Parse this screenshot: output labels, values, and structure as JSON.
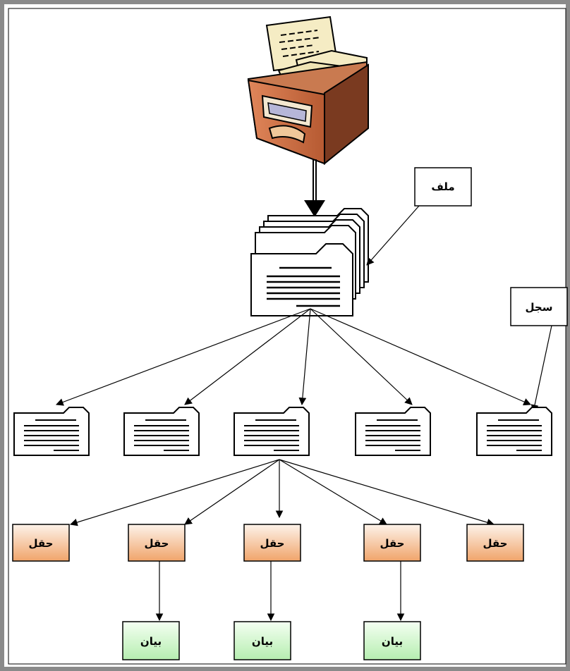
{
  "labels": {
    "file": "ملف",
    "record": "سجل"
  },
  "fields": [
    "حقل",
    "حقل",
    "حقل",
    "حقل",
    "حقل"
  ],
  "data_items": [
    "بيان",
    "بيان",
    "بيان"
  ],
  "colors": {
    "field_top": "#fdf3ea",
    "field_bottom": "#f0a46a",
    "data_top": "#f2fff0",
    "data_bottom": "#bff0b8",
    "border_outer": "#8a8a8a",
    "line": "#000000"
  },
  "icons": [
    "card-file-cabinet-icon",
    "file-folder-stack-icon",
    "record-document-icon"
  ]
}
